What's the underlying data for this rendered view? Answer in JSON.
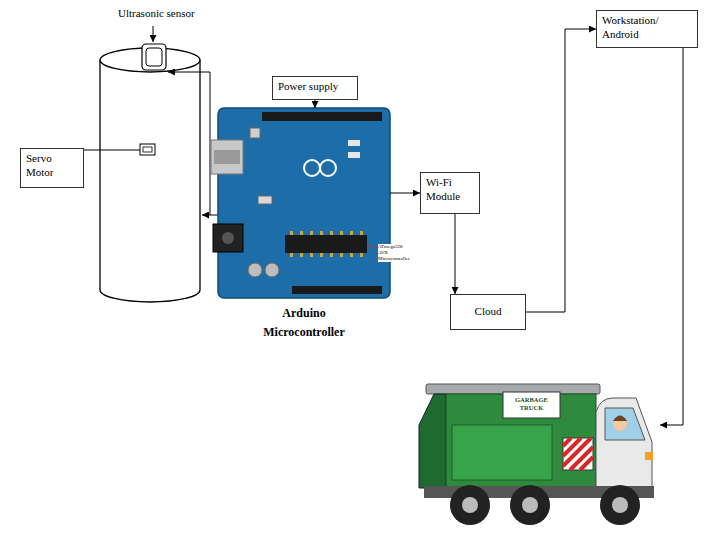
{
  "diagram": {
    "nodes": [
      {
        "text": [
          "Servo Motor"
        ]
      },
      {
        "text": [
          "Power supply"
        ]
      },
      {
        "text": [
          "Arduino Microcontroller"
        ]
      },
      {
        "text": [
          "Wi-Fi Module"
        ]
      },
      {
        "text": [
          "Cloud"
        ]
      },
      {
        "text": [
          "Workstation/ Android"
        ]
      }
    ],
    "edges": [
      {
        "from": 1,
        "to": 2,
        "arrow": "to"
      },
      {
        "from": 2,
        "to": 3,
        "arrow": "to"
      },
      {
        "from": 3,
        "to": 4,
        "arrow": "to"
      },
      {
        "from": 4,
        "to": 5,
        "arrow": "to"
      }
    ],
    "labels": [
      "Ultrasonic sensor",
      "ATmega328 AVR Microcontroller",
      "GARBAGE TRUCK"
    ]
  }
}
